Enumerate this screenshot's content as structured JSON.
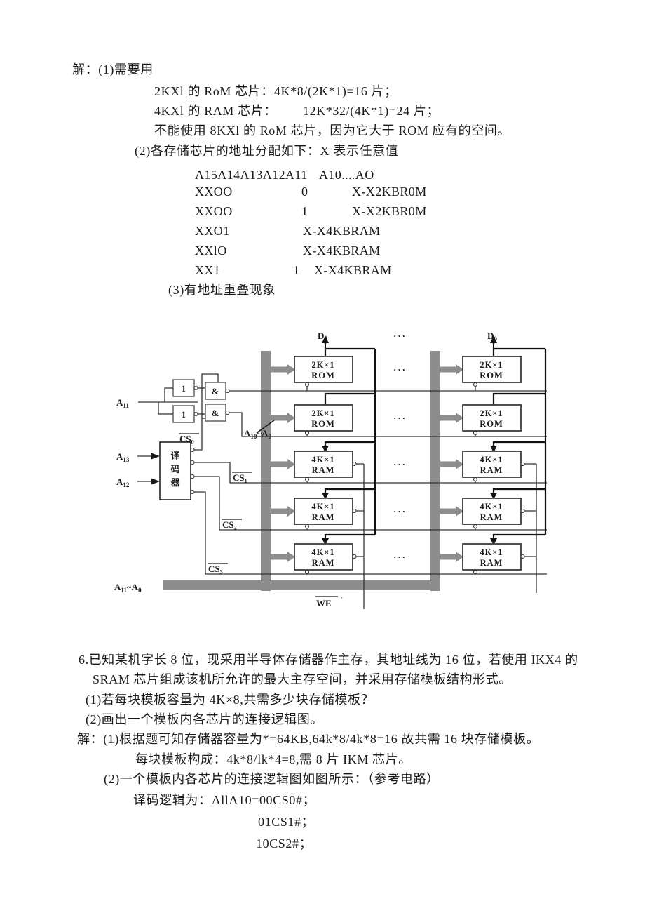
{
  "colors": {
    "bus_gray": "#8d8d8d",
    "wire": "#333333",
    "text": "#1a1a1a",
    "background": "#ffffff"
  },
  "solution5": {
    "intro": "解：(1)需要用",
    "rom_calc": "2KXl 的 RoM 芯片：4K*8/(2K*1)=16 片；",
    "ram_calc_label": "4KXl 的 RAM 芯片：",
    "ram_calc_value": "12K*32/(4K*1)=24 片；",
    "rom_note": "不能使用 8KXl 的 RoM 芯片，因为它大于 ROM 应有的空间。",
    "part2_title": "(2)各存储芯片的地址分配如下：X 表示任意值",
    "table": {
      "header_addr": "Λ15Λ14Λ13Λ12A11",
      "header_low": "A10....AO",
      "rows": [
        {
          "addr": "XXOO",
          "bit": "0",
          "chip": "X-X2KBR0M"
        },
        {
          "addr": "XXOO",
          "bit": "1",
          "chip": "X-X2KBR0M"
        },
        {
          "addr": "XXO1",
          "bit": "",
          "chip": "X-X4KBRΛM"
        },
        {
          "addr": "XXlO",
          "bit": "",
          "chip": "X-X4KBRAM"
        },
        {
          "addr": "XX1",
          "bit": "1",
          "chip": "X-X4KBRAM"
        }
      ]
    },
    "part3": "(3)有地址重叠现象"
  },
  "diagram": {
    "chips": [
      {
        "line1": "2K×1",
        "line2": "ROM"
      },
      {
        "line1": "2K×1",
        "line2": "ROM"
      },
      {
        "line1": "4K×1",
        "line2": "RAM"
      },
      {
        "line1": "4K×1",
        "line2": "RAM"
      },
      {
        "line1": "4K×1",
        "line2": "RAM"
      }
    ],
    "labels": {
      "d7": {
        "base": "D",
        "sub": "7"
      },
      "d0": {
        "base": "D",
        "sub": "0"
      },
      "a11": {
        "base": "A",
        "sub": "11"
      },
      "a13": {
        "base": "A",
        "sub": "13"
      },
      "a12": {
        "base": "A",
        "sub": "12"
      },
      "a10_a0": {
        "p1": "A",
        "s1": "10",
        "p2": "~A",
        "s2": "0"
      },
      "a11_a0": {
        "p1": "A",
        "s1": "11",
        "p2": "~A",
        "s2": "0"
      },
      "cs0": {
        "base": "CS",
        "sub": "0"
      },
      "cs1": {
        "base": "CS",
        "sub": "1"
      },
      "cs2": {
        "base": "CS",
        "sub": "2"
      },
      "cs3": {
        "base": "CS",
        "sub": "3"
      },
      "we": "WE",
      "inverter": "1",
      "and_gate": "&",
      "decoder": {
        "c1": "译",
        "c2": "码",
        "c3": "器"
      },
      "ellipsis": "···"
    }
  },
  "question6": {
    "line1": "6.已知某机字长 8 位，现采用半导体存储器作主存，其地址线为 16 位，若使用 IKX4 的",
    "line2": "SRAM 芯片组成该机所允许的最大主存空间，并采用存储模板结构形式。",
    "sub1": "(1)若每块模板容量为 4K×8,共需多少块存储模板？",
    "sub2": "(2)画出一个模板内各芯片的连接逻辑图。",
    "ans1": "解：(1)根据题可知存储器容量为*=64KB,64k*8/4k*8=16 故共需 16 块存储模板。",
    "ans2": "每块模板构成：4k*8/lk*4=8,需 8 片 IKM 芯片。",
    "ans3": "(2)一个模板内各芯片的连接逻辑图如图所示：（参考电路）",
    "decode1": "译码逻辑为：AllA10=00CS0#；",
    "decode2": "01CS1#；",
    "decode3": "10CS2#；"
  }
}
